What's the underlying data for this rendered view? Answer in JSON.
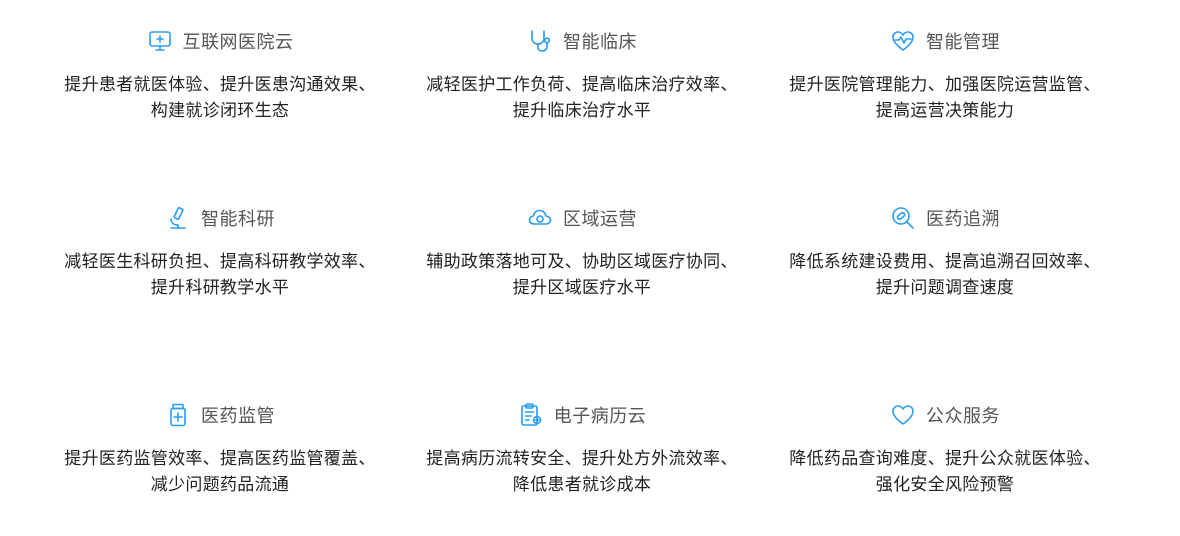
{
  "cards": [
    {
      "title": "互联网医院云",
      "desc": "提升患者就医体验、提升医患沟通效果、构建就诊闭环生态",
      "icon": "monitor-plus-icon"
    },
    {
      "title": "智能临床",
      "desc": "减轻医护工作负荷、提高临床治疗效率、提升临床治疗水平",
      "icon": "stethoscope-icon"
    },
    {
      "title": "智能管理",
      "desc": "提升医院管理能力、加强医院运营监管、提高运营决策能力",
      "icon": "heart-pulse-icon"
    },
    {
      "title": "智能科研",
      "desc": "减轻医生科研负担、提高科研教学效率、提升科研教学水平",
      "icon": "microscope-icon"
    },
    {
      "title": "区域运营",
      "desc": "辅助政策落地可及、协助区域医疗协同、提升区域医疗水平",
      "icon": "cloud-icon"
    },
    {
      "title": "医药追溯",
      "desc": "降低系统建设费用、提高追溯召回效率、提升问题调查速度",
      "icon": "pill-search-icon"
    },
    {
      "title": "医药监管",
      "desc": "提升医药监管效率、提高医药监管覆盖、减少问题药品流通",
      "icon": "medicine-bottle-icon"
    },
    {
      "title": "电子病历云",
      "desc": "提高病历流转安全、提升处方外流效率、降低患者就诊成本",
      "icon": "clipboard-record-icon"
    },
    {
      "title": "公众服务",
      "desc": "降低药品查询难度、提升公众就医体验、强化安全风险预警",
      "icon": "heart-outline-icon"
    }
  ],
  "colors": {
    "accent": "#2a9df4",
    "title": "#555555",
    "text": "#222222"
  }
}
